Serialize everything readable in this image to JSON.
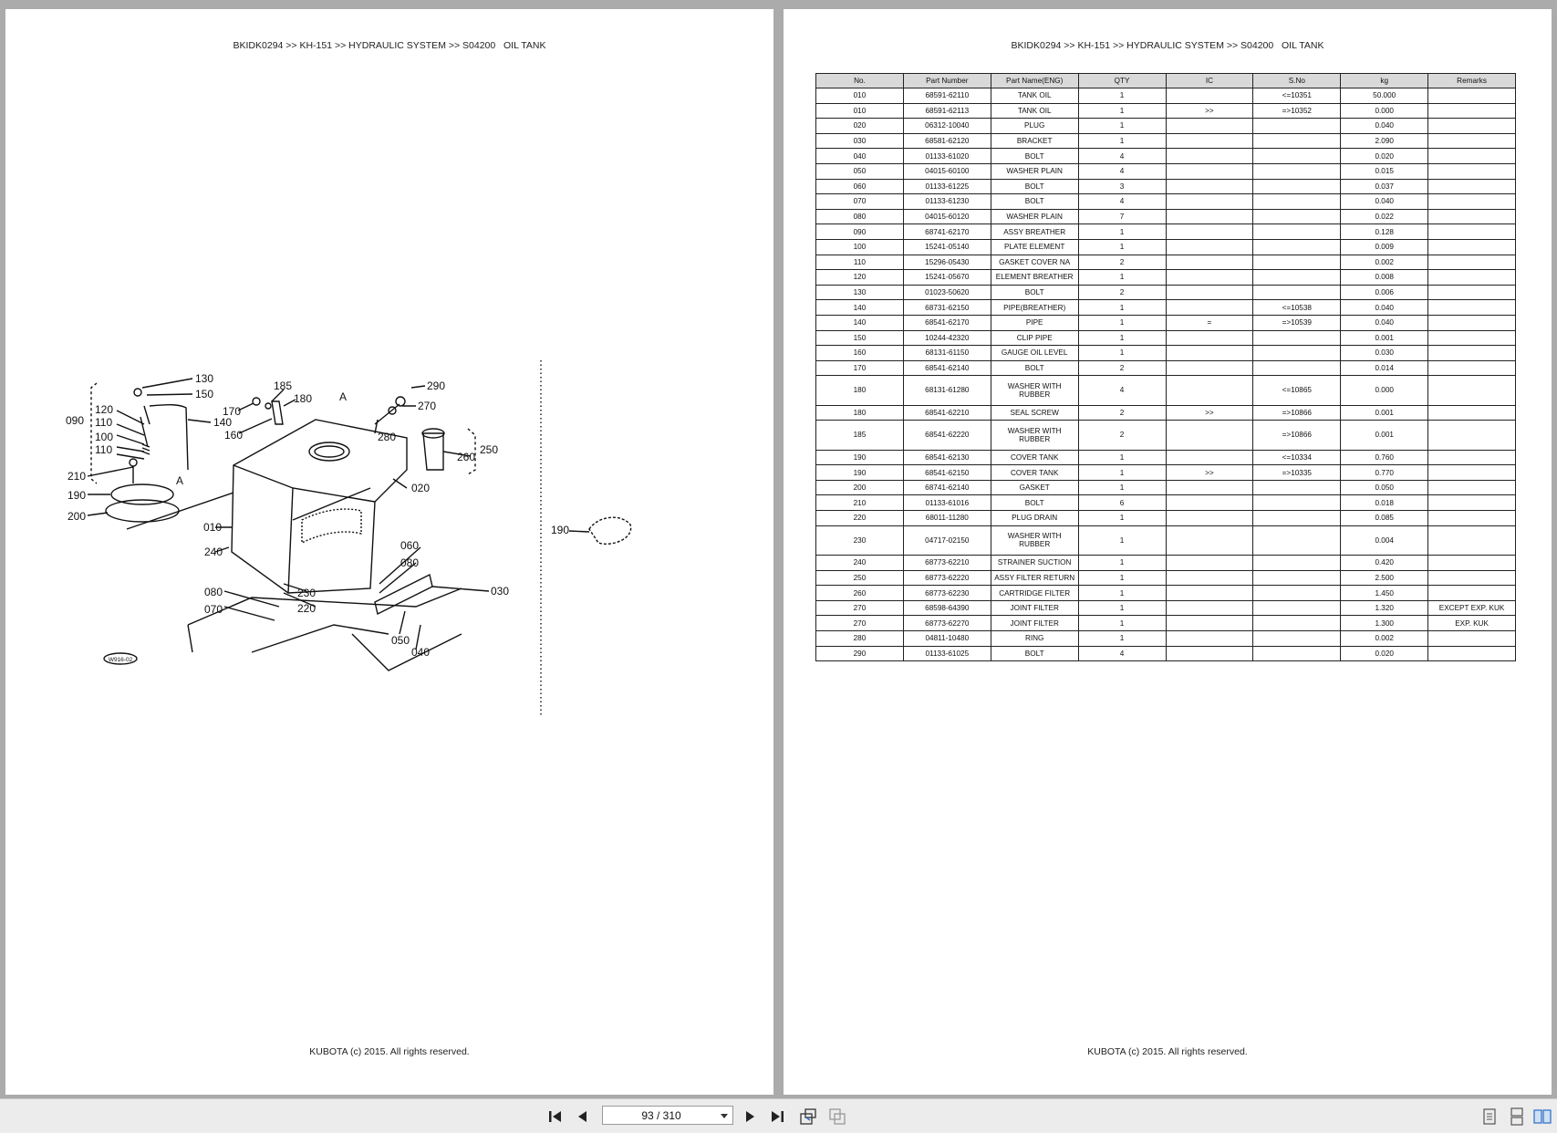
{
  "viewer": {
    "page_indicator": "93 / 310",
    "toolbar_icons": [
      "first-page-icon",
      "prev-page-icon",
      "next-page-icon",
      "last-page-icon",
      "rotate-icon",
      "fit-page-icon",
      "single-page-view-icon",
      "continuous-view-icon",
      "two-page-view-icon"
    ]
  },
  "left_page": {
    "header": "BKIDK0294 >> KH-151 >> HYDRAULIC SYSTEM >> S04200   OIL TANK",
    "footer": "KUBOTA (c) 2015. All rights reserved.",
    "diagram_labels": [
      "130",
      "150",
      "185",
      "180",
      "290",
      "270",
      "120",
      "170",
      "A",
      "090",
      "110",
      "140",
      "160",
      "280",
      "100",
      "250",
      "110",
      "260",
      "210",
      "A",
      "020",
      "190",
      "200",
      "010",
      "190",
      "240",
      "060",
      "080",
      "030",
      "080",
      "230",
      "070",
      "220",
      "050",
      "040",
      "W916-02"
    ]
  },
  "right_page": {
    "header": "BKIDK0294 >> KH-151 >> HYDRAULIC SYSTEM >> S04200   OIL TANK",
    "footer": "KUBOTA (c) 2015. All rights reserved.",
    "table": {
      "columns": [
        "No.",
        "Part Number",
        "Part Name(ENG)",
        "QTY",
        "IC",
        "S.No",
        "kg",
        "Remarks"
      ],
      "rows": [
        [
          "010",
          "68591-62110",
          "TANK OIL",
          "1",
          "",
          "<=10351",
          "50.000",
          ""
        ],
        [
          "010",
          "68591-62113",
          "TANK OIL",
          "1",
          ">>",
          "=>10352",
          "0.000",
          ""
        ],
        [
          "020",
          "06312-10040",
          "PLUG",
          "1",
          "",
          "",
          "0.040",
          ""
        ],
        [
          "030",
          "68581-62120",
          "BRACKET",
          "1",
          "",
          "",
          "2.090",
          ""
        ],
        [
          "040",
          "01133-61020",
          "BOLT",
          "4",
          "",
          "",
          "0.020",
          ""
        ],
        [
          "050",
          "04015-60100",
          "WASHER PLAIN",
          "4",
          "",
          "",
          "0.015",
          ""
        ],
        [
          "060",
          "01133-61225",
          "BOLT",
          "3",
          "",
          "",
          "0.037",
          ""
        ],
        [
          "070",
          "01133-61230",
          "BOLT",
          "4",
          "",
          "",
          "0.040",
          ""
        ],
        [
          "080",
          "04015-60120",
          "WASHER PLAIN",
          "7",
          "",
          "",
          "0.022",
          ""
        ],
        [
          "090",
          "68741-62170",
          "ASSY BREATHER",
          "1",
          "",
          "",
          "0.128",
          ""
        ],
        [
          "100",
          "15241-05140",
          "PLATE ELEMENT",
          "1",
          "",
          "",
          "0.009",
          ""
        ],
        [
          "110",
          "15296-05430",
          "GASKET COVER NA",
          "2",
          "",
          "",
          "0.002",
          ""
        ],
        [
          "120",
          "15241-05670",
          "ELEMENT BREATHER",
          "1",
          "",
          "",
          "0.008",
          ""
        ],
        [
          "130",
          "01023-50620",
          "BOLT",
          "2",
          "",
          "",
          "0.006",
          ""
        ],
        [
          "140",
          "68731-62150",
          "PIPE(BREATHER)",
          "1",
          "",
          "<=10538",
          "0.040",
          ""
        ],
        [
          "140",
          "68541-62170",
          "PIPE",
          "1",
          "=",
          "=>10539",
          "0.040",
          ""
        ],
        [
          "150",
          "10244-42320",
          "CLIP PIPE",
          "1",
          "",
          "",
          "0.001",
          ""
        ],
        [
          "160",
          "68131-61150",
          "GAUGE OIL LEVEL",
          "1",
          "",
          "",
          "0.030",
          ""
        ],
        [
          "170",
          "68541-62140",
          "BOLT",
          "2",
          "",
          "",
          "0.014",
          ""
        ],
        [
          "180",
          "68131-61280",
          "WASHER WITH RUBBER",
          "4",
          "",
          "<=10865",
          "0.000",
          ""
        ],
        [
          "180",
          "68541-62210",
          "SEAL SCREW",
          "2",
          ">>",
          "=>10866",
          "0.001",
          ""
        ],
        [
          "185",
          "68541-62220",
          "WASHER WITH RUBBER",
          "2",
          "",
          "=>10866",
          "0.001",
          ""
        ],
        [
          "190",
          "68541-62130",
          "COVER TANK",
          "1",
          "",
          "<=10334",
          "0.760",
          ""
        ],
        [
          "190",
          "68541-62150",
          "COVER TANK",
          "1",
          ">>",
          "=>10335",
          "0.770",
          ""
        ],
        [
          "200",
          "68741-62140",
          "GASKET",
          "1",
          "",
          "",
          "0.050",
          ""
        ],
        [
          "210",
          "01133-61016",
          "BOLT",
          "6",
          "",
          "",
          "0.018",
          ""
        ],
        [
          "220",
          "68011-11280",
          "PLUG DRAIN",
          "1",
          "",
          "",
          "0.085",
          ""
        ],
        [
          "230",
          "04717-02150",
          "WASHER WITH RUBBER",
          "1",
          "",
          "",
          "0.004",
          ""
        ],
        [
          "240",
          "68773-62210",
          "STRAINER SUCTION",
          "1",
          "",
          "",
          "0.420",
          ""
        ],
        [
          "250",
          "68773-62220",
          "ASSY FILTER RETURN",
          "1",
          "",
          "",
          "2.500",
          ""
        ],
        [
          "260",
          "68773-62230",
          "CARTRIDGE FILTER",
          "1",
          "",
          "",
          "1.450",
          ""
        ],
        [
          "270",
          "68598-64390",
          "JOINT FILTER",
          "1",
          "",
          "",
          "1.320",
          "EXCEPT EXP. KUK"
        ],
        [
          "270",
          "68773-62270",
          "JOINT FILTER",
          "1",
          "",
          "",
          "1.300",
          "EXP. KUK"
        ],
        [
          "280",
          "04811-10480",
          "RING",
          "1",
          "",
          "",
          "0.002",
          ""
        ],
        [
          "290",
          "01133-61025",
          "BOLT",
          "4",
          "",
          "",
          "0.020",
          ""
        ]
      ]
    }
  }
}
